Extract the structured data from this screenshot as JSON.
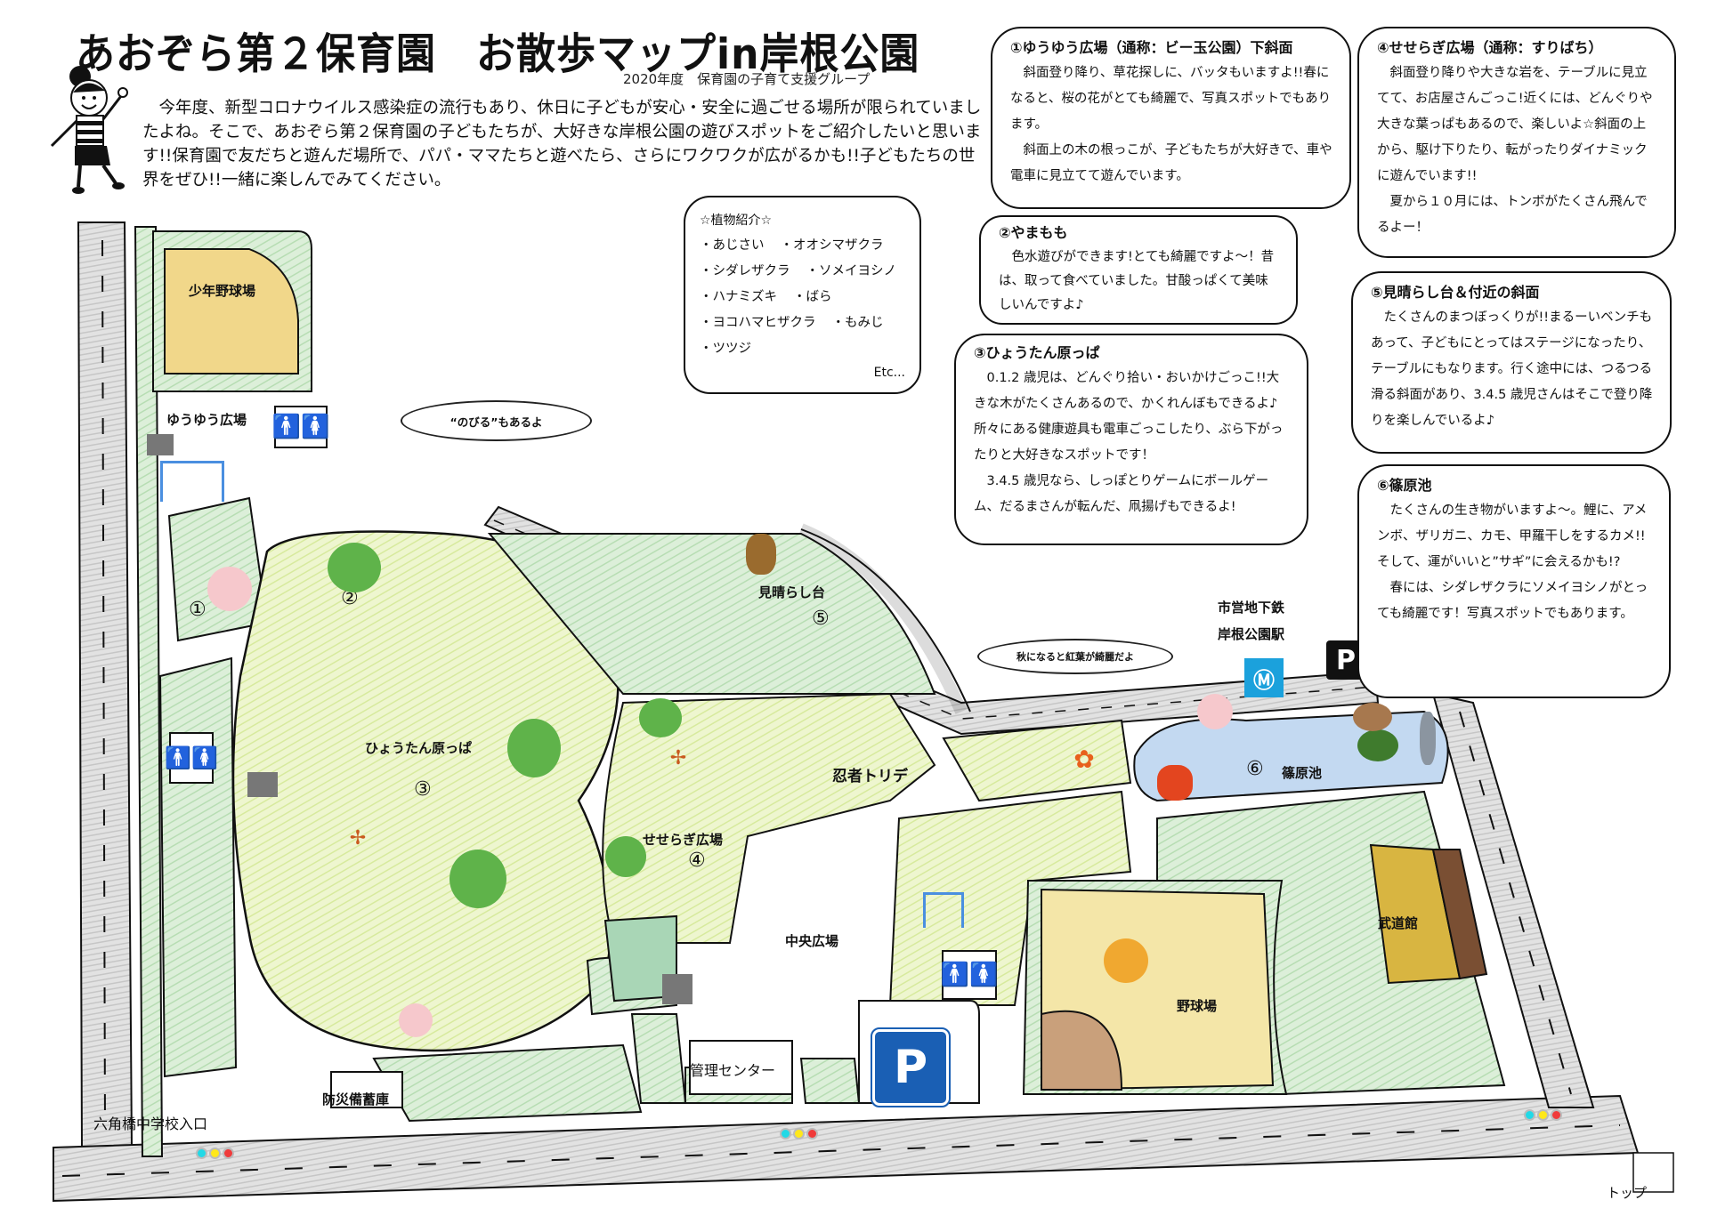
{
  "header": {
    "title": "あおぞら第２保育園　お散歩マップin岸根公園",
    "subtitle": "2020年度　保育園の子育て支援グループ",
    "intro": "今年度、新型コロナウイルス感染症の流行もあり、休日に子どもが安心・安全に過ごせる場所が限られていましたよね。そこで、あおぞら第２保育園の子どもたちが、大好きな岸根公園の遊びスポットをご紹介したいと思います!!保育園で友だちと遊んだ場所で、パパ・ママたちと遊べたら、さらにワクワクが広がるかも!!子どもたちの世界をぜひ!!一緒に楽しんでみてください。"
  },
  "plants": {
    "heading": "☆植物紹介☆",
    "rows": [
      [
        "・あじさい",
        "・オオシマザクラ"
      ],
      [
        "・シダレザクラ",
        "・ソメイヨシノ"
      ],
      [
        "・ハナミズキ",
        "・ばら"
      ],
      [
        "・ヨコハマヒザクラ",
        "・もみじ"
      ],
      [
        "・ツツジ"
      ]
    ],
    "etc": "Etc..."
  },
  "spots": [
    {
      "id": "1",
      "title": "①ゆうゆう広場（通称：ビー玉公園）下斜面",
      "paragraphs": [
        "斜面登り降り、草花探しに、バッタもいますよ!!春になると、桜の花がとても綺麗で、写真スポットでもあります。",
        "斜面上の木の根っこが、子どもたちが大好きで、車や電車に見立てて遊んでいます。"
      ]
    },
    {
      "id": "2",
      "title": "②やまもも",
      "paragraphs": [
        "色水遊びができます!とても綺麗ですよ～！昔は、取って食べていました。甘酸っぱくて美味しいんですよ♪"
      ]
    },
    {
      "id": "3",
      "title": "③ひょうたん原っぱ",
      "paragraphs": [
        "0.1.2 歳児は、どんぐり拾い・おいかけごっこ!!大きな木がたくさんあるので、かくれんぼもできるよ♪所々にある健康遊具も電車ごっこしたり、ぶら下がったりと大好きなスポットです！",
        "3.4.5 歳児なら、しっぽとりゲームにボールゲーム、だるまさんが転んだ、凧揚げもできるよ!"
      ]
    },
    {
      "id": "4",
      "title": "④せせらぎ広場（通称：すりばち）",
      "paragraphs": [
        "斜面登り降りや大きな岩を、テーブルに見立てて、お店屋さんごっこ!近くには、どんぐりや大きな葉っぱもあるので、楽しいよ☆斜面の上から、駆け下りたり、転がったりダイナミックに遊んでいます!!",
        "夏から１０月には、トンボがたくさん飛んでるよー！"
      ]
    },
    {
      "id": "5",
      "title": "⑤見晴らし台＆付近の斜面",
      "paragraphs": [
        "たくさんのまつぼっくりが!!まるーいベンチもあって、子どもにとってはステージになったり、テーブルにもなります。行く途中には、つるつる滑る斜面があり、3.4.5 歳児さんはそこで登り降りを楽しんでいるよ♪"
      ]
    },
    {
      "id": "6",
      "title": "⑥篠原池",
      "paragraphs": [
        "たくさんの生き物がいますよ～。鯉に、アメンボ、ザリガニ、カモ、甲羅干しをするカメ!!そして、運がいいと”サギ”に会えるかも!?",
        "春には、シダレザクラにソメイヨシノがとっても綺麗です！写真スポットでもあります。"
      ]
    }
  ],
  "map": {
    "labels": {
      "youth_baseball": "少年野球場",
      "yuyu_plaza": "ゆうゆう広場",
      "hyotan_field": "ひょうたん原っぱ",
      "miharashi": "見晴らし台",
      "ninja_fort": "忍者トリデ",
      "seseragi": "せせらぎ広場",
      "central_plaza": "中央広場",
      "subway_line1": "市営地下鉄",
      "subway_line2": "岸根公園駅",
      "pond": "篠原池",
      "budokan": "武道館",
      "baseball": "野球場",
      "management": "管理センター",
      "disaster_storage": "防災備蓄庫",
      "school_entrance": "六角橋中学校入口",
      "top_store": "トップ"
    },
    "numbers": {
      "n1": "①",
      "n2": "②",
      "n3": "③",
      "n4": "④",
      "n5": "⑤",
      "n6": "⑥"
    },
    "clouds": {
      "nobiru": "“のびる”もあるよ",
      "koyo": "秋になると紅葉が綺麗だよ"
    },
    "parking_letter": "P",
    "colors": {
      "grass_light": "#dff0b8",
      "grass_green": "#cfe9cf",
      "road_gray": "#d4d4d4",
      "field_yellow": "#f3e3a0",
      "dirt_brown": "#c79a75",
      "pond_blue": "#b9d3ee",
      "subway_blue": "#1ba1dc",
      "parking_blue": "#1a5fb4"
    }
  }
}
